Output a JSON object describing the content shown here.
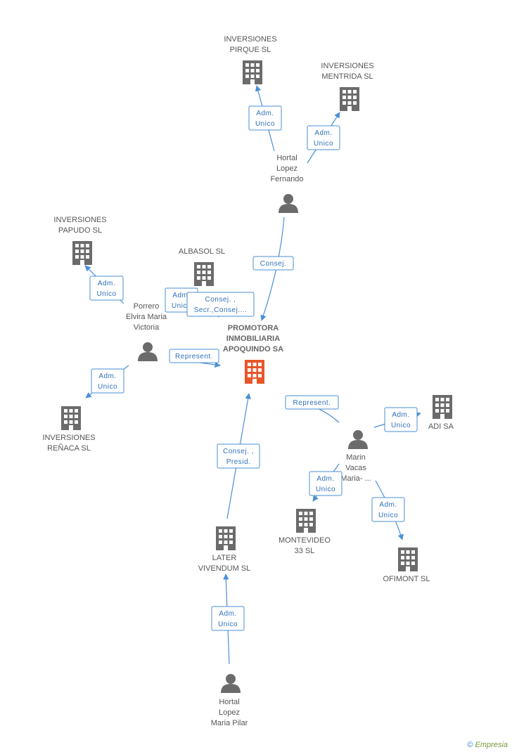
{
  "colors": {
    "company_icon": "#6b6b6b",
    "main_company_icon": "#e8562a",
    "person_icon": "#6b6b6b",
    "edge": "#4a8fd6",
    "relation_text": "#2f6fb8"
  },
  "nodes": [
    {
      "id": "promotora",
      "type": "company",
      "main": true,
      "label": [
        "PROMOTORA",
        "INMOBILIARIA",
        "APOQUINDO SA"
      ]
    },
    {
      "id": "pirque",
      "type": "company",
      "label": [
        "INVERSIONES",
        "PIRQUE SL"
      ]
    },
    {
      "id": "mentrida",
      "type": "company",
      "label": [
        "INVERSIONES",
        "MENTRIDA SL"
      ]
    },
    {
      "id": "hortal_fernando",
      "type": "person",
      "label": [
        "Hortal",
        "Lopez",
        "Fernando"
      ]
    },
    {
      "id": "papudo",
      "type": "company",
      "label": [
        "INVERSIONES",
        "PAPUDO SL"
      ]
    },
    {
      "id": "albasol",
      "type": "company",
      "label": [
        "ALBASOL SL"
      ]
    },
    {
      "id": "porrero",
      "type": "person",
      "label": [
        "Porrero",
        "Elvira Maria",
        "Victoria"
      ]
    },
    {
      "id": "renaca",
      "type": "company",
      "label": [
        "INVERSIONES",
        "REÑACA SL"
      ]
    },
    {
      "id": "adi",
      "type": "company",
      "label": [
        "ADI SA"
      ]
    },
    {
      "id": "marin",
      "type": "person",
      "label": [
        "Marin",
        "Vacas",
        "Maria- ..."
      ]
    },
    {
      "id": "montevideo",
      "type": "company",
      "label": [
        "MONTEVIDEO",
        "33  SL"
      ]
    },
    {
      "id": "ofimont",
      "type": "company",
      "label": [
        "OFIMONT  SL"
      ]
    },
    {
      "id": "later",
      "type": "company",
      "label": [
        "LATER",
        "VIVENDUM SL"
      ]
    },
    {
      "id": "hortal_pilar",
      "type": "person",
      "label": [
        "Hortal",
        "Lopez",
        "Maria Pilar"
      ]
    }
  ],
  "edges": [
    {
      "from": "hortal_fernando",
      "to": "pirque",
      "relation": [
        "Adm.",
        "Unico"
      ]
    },
    {
      "from": "hortal_fernando",
      "to": "mentrida",
      "relation": [
        "Adm.",
        "Unico"
      ]
    },
    {
      "from": "hortal_fernando",
      "to": "promotora",
      "relation": [
        "Consej."
      ]
    },
    {
      "from": "porrero",
      "to": "papudo",
      "relation": [
        "Adm.",
        "Unico"
      ]
    },
    {
      "from": "porrero",
      "to": "albasol",
      "relation": [
        "Adm.",
        "Unico"
      ]
    },
    {
      "from": "porrero",
      "to": "promotora",
      "relation": [
        "Consej. ,",
        "Secr.,Consej...."
      ]
    },
    {
      "from": "porrero",
      "to": "promotora",
      "relation": [
        "Represent."
      ]
    },
    {
      "from": "porrero",
      "to": "renaca",
      "relation": [
        "Adm.",
        "Unico"
      ]
    },
    {
      "from": "marin",
      "to": "promotora",
      "relation": [
        "Represent."
      ]
    },
    {
      "from": "marin",
      "to": "adi",
      "relation": [
        "Adm.",
        "Unico"
      ]
    },
    {
      "from": "marin",
      "to": "montevideo",
      "relation": [
        "Adm.",
        "Unico"
      ]
    },
    {
      "from": "marin",
      "to": "ofimont",
      "relation": [
        "Adm.",
        "Unico"
      ]
    },
    {
      "from": "later",
      "to": "promotora",
      "relation": [
        "Consej. ,",
        "Presid."
      ]
    },
    {
      "from": "hortal_pilar",
      "to": "later",
      "relation": [
        "Adm.",
        "Unico"
      ]
    }
  ],
  "footer": {
    "copyright_symbol": "©",
    "brand": "Empresia"
  }
}
